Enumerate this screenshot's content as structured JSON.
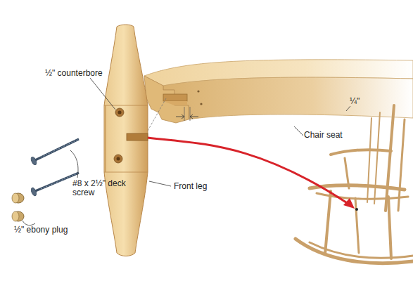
{
  "diagram": {
    "labels": [
      "½\" counterbore",
      "#8 x 2½\" deck screw",
      "½\" ebony plug",
      "Front leg",
      "¼\"",
      "Chair seat"
    ]
  }
}
